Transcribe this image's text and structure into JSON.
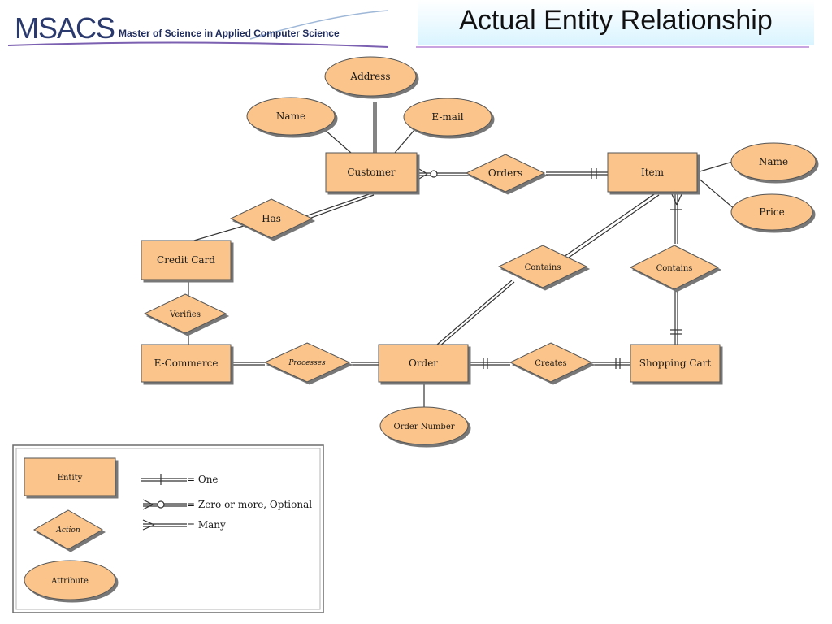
{
  "logo": {
    "mark": "MSACS",
    "subtitle": "Master of Science in Applied Computer Science"
  },
  "slide_title": "Actual Entity Relationship",
  "colors": {
    "entity_fill": "#fbc48a",
    "entity_border": "#333333",
    "title_gradient": "#d9f4ff",
    "rule": "#c9a2e0"
  },
  "entities": {
    "customer": "Customer",
    "item": "Item",
    "credit_card": "Credit Card",
    "ecommerce": "E-Commerce",
    "order": "Order",
    "shopping_cart": "Shopping Cart"
  },
  "actions": {
    "orders": "Orders",
    "has": "Has",
    "contains_order": "Contains",
    "contains_cart": "Contains",
    "verifies": "Verifies",
    "processes": "Processes",
    "creates": "Creates"
  },
  "attributes": {
    "address": "Address",
    "customer_name": "Name",
    "email": "E-mail",
    "item_name": "Name",
    "price": "Price",
    "order_number": "Order Number"
  },
  "legend": {
    "entity": "Entity",
    "action": "Action",
    "attribute": "Attribute",
    "one": "= One",
    "zero_or_more": "= Zero or more, Optional",
    "many": "= Many"
  }
}
